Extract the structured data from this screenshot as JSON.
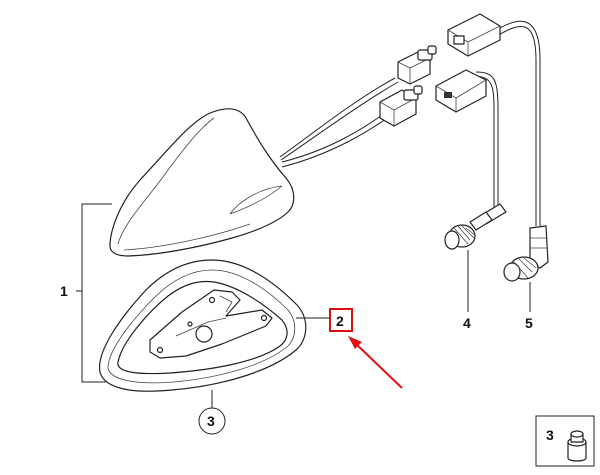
{
  "callouts": {
    "c1": "1",
    "c2": "2",
    "c3": "3",
    "c4": "4",
    "c5": "5",
    "c3_inset": "3"
  },
  "colors": {
    "highlight": "#e01010",
    "stroke": "#222222"
  }
}
